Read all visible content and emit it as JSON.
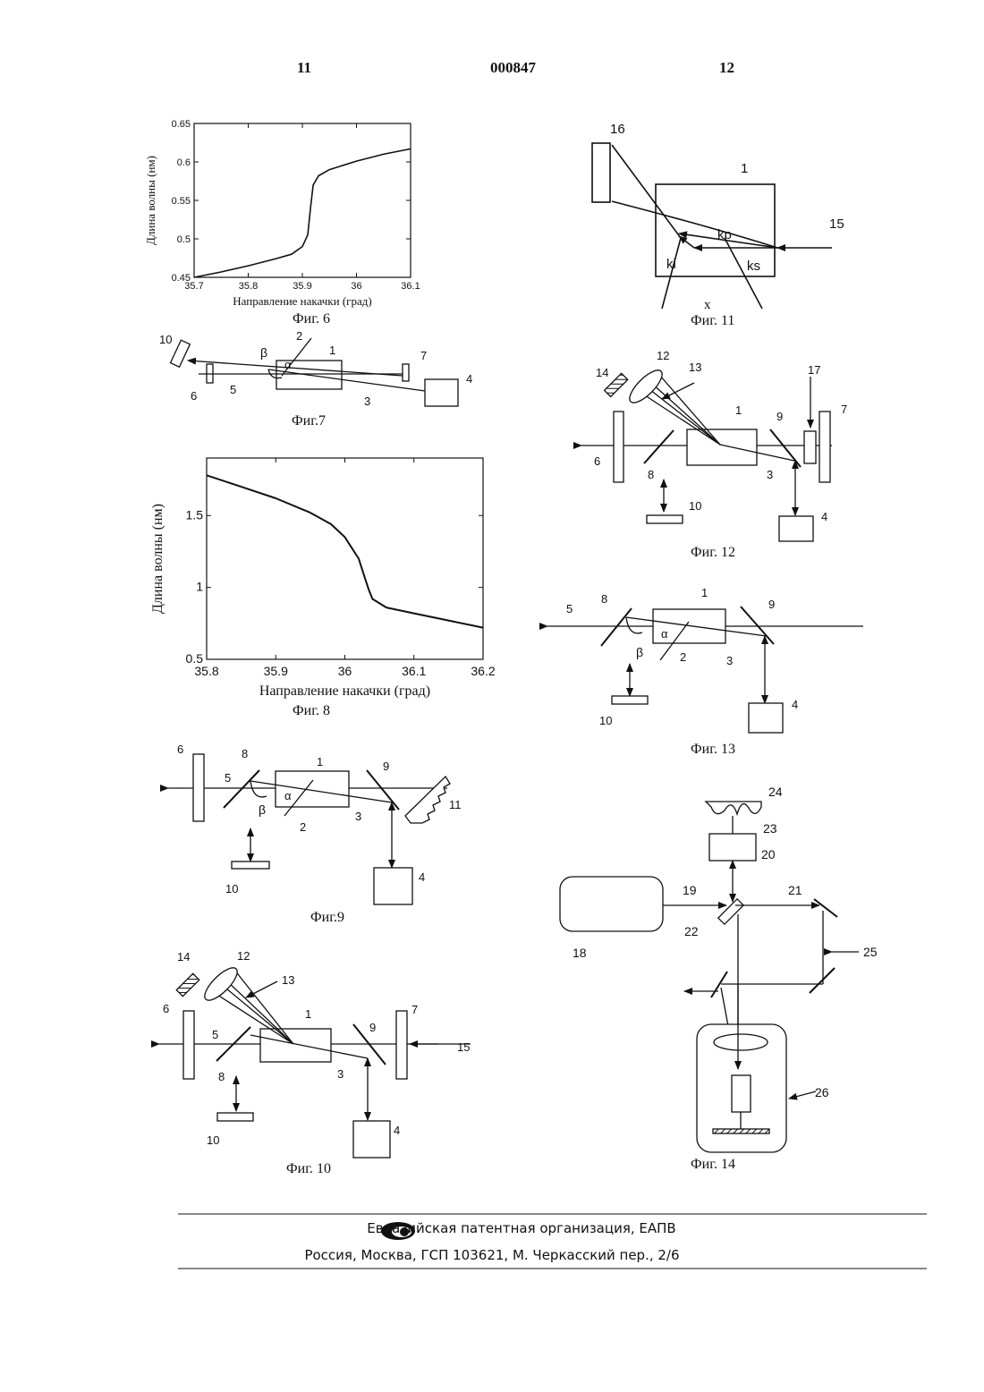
{
  "header": {
    "left_page": "11",
    "doc_number": "000847",
    "right_page": "12"
  },
  "figures": {
    "fig6": {
      "caption": "Фиг. 6"
    },
    "fig7": {
      "caption": "Фиг.7"
    },
    "fig8": {
      "caption": "Фиг. 8"
    },
    "fig9": {
      "caption": "Фиг.9"
    },
    "fig10": {
      "caption": "Фиг. 10"
    },
    "fig11": {
      "caption": "Фиг. 11"
    },
    "fig12": {
      "caption": "Фиг. 12"
    },
    "fig13": {
      "caption": "Фиг. 13"
    },
    "fig14": {
      "caption": "Фиг. 14"
    }
  },
  "chart_data": [
    {
      "type": "line",
      "figure": "Фиг. 6",
      "xlabel": "Направление накачки (град)",
      "ylabel": "Длина волны (нм)",
      "xlim": [
        35.7,
        36.1
      ],
      "ylim": [
        0.45,
        0.65
      ],
      "xticks": [
        "35.7",
        "35.8",
        "35.9",
        "36",
        "36.1"
      ],
      "yticks": [
        "0.45",
        "0.5",
        "0.55",
        "0.6",
        "0.65"
      ],
      "grid": false,
      "series": [
        {
          "x": [
            35.7,
            35.75,
            35.8,
            35.85,
            35.88,
            35.9,
            35.91,
            35.915,
            35.92,
            35.93,
            35.95,
            36.0,
            36.05,
            36.1
          ],
          "y": [
            0.45,
            0.457,
            0.465,
            0.474,
            0.48,
            0.49,
            0.505,
            0.54,
            0.57,
            0.582,
            0.59,
            0.601,
            0.61,
            0.617
          ]
        }
      ]
    },
    {
      "type": "line",
      "figure": "Фиг. 8",
      "xlabel": "Направление накачки (град)",
      "ylabel": "Длина волны (нм)",
      "xlim": [
        35.8,
        36.2
      ],
      "ylim": [
        0.5,
        1.9
      ],
      "xticks": [
        "35.8",
        "35.9",
        "36",
        "36.1",
        "36.2"
      ],
      "yticks": [
        "0.5",
        "1",
        "1.5"
      ],
      "grid": false,
      "series": [
        {
          "x": [
            35.8,
            35.85,
            35.9,
            35.95,
            35.98,
            36.0,
            36.02,
            36.03,
            36.035,
            36.04,
            36.06,
            36.1,
            36.15,
            36.2
          ],
          "y": [
            1.78,
            1.7,
            1.62,
            1.52,
            1.44,
            1.35,
            1.2,
            1.05,
            0.98,
            0.92,
            0.86,
            0.82,
            0.77,
            0.72
          ]
        }
      ]
    }
  ],
  "labels": {
    "fig7": [
      "10",
      "2",
      "1",
      "7",
      "β",
      "α",
      "6",
      "5",
      "3",
      "4"
    ],
    "fig9": [
      "6",
      "8",
      "1",
      "9",
      "5",
      "α",
      "β",
      "2",
      "3",
      "11",
      "10",
      "4"
    ],
    "fig10": [
      "14",
      "12",
      "13",
      "6",
      "5",
      "1",
      "9",
      "7",
      "15",
      "8",
      "3",
      "10",
      "4"
    ],
    "fig11": [
      "16",
      "1",
      "15",
      "kp",
      "ki",
      "ks",
      "x"
    ],
    "fig12": [
      "14",
      "12",
      "13",
      "17",
      "1",
      "9",
      "7",
      "6",
      "8",
      "3",
      "10",
      "4"
    ],
    "fig13": [
      "5",
      "8",
      "1",
      "9",
      "α",
      "β",
      "2",
      "3",
      "10",
      "4"
    ],
    "fig14": [
      "24",
      "23",
      "20",
      "19",
      "21",
      "22",
      "18",
      "25",
      "26"
    ]
  },
  "footer": {
    "line1": "Евразийская патентная организация, ЕАПВ",
    "line2": "Россия, Москва, ГСП 103621, М. Черкасский пер., 2/6"
  }
}
